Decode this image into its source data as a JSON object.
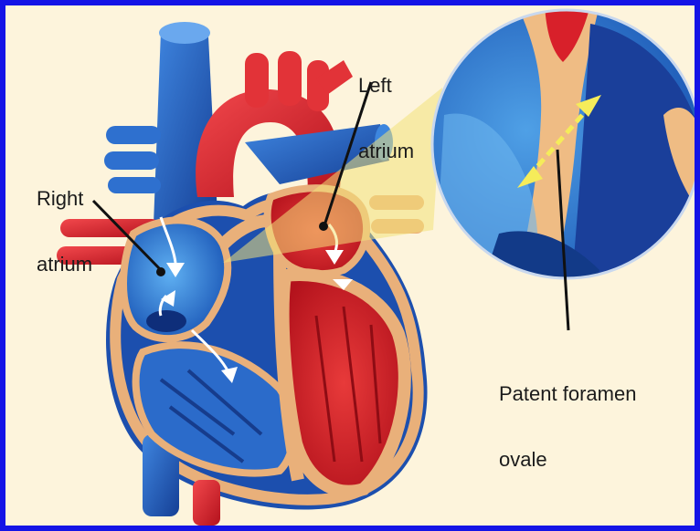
{
  "labels": {
    "right_atrium_line1": "Right",
    "right_atrium_line2": "atrium",
    "left_atrium_line1": "Left",
    "left_atrium_line2": "atrium",
    "pfo_line1": "Patent foramen",
    "pfo_line2": "ovale"
  },
  "colors": {
    "border": "#1414e6",
    "background": "#fdf4dc",
    "deoxygenated_blue": "#1e5bb8",
    "oxygenated_red": "#d8202a",
    "wall_tan": "#e9b07a",
    "magnifier_yellow": "#f3e27a"
  }
}
